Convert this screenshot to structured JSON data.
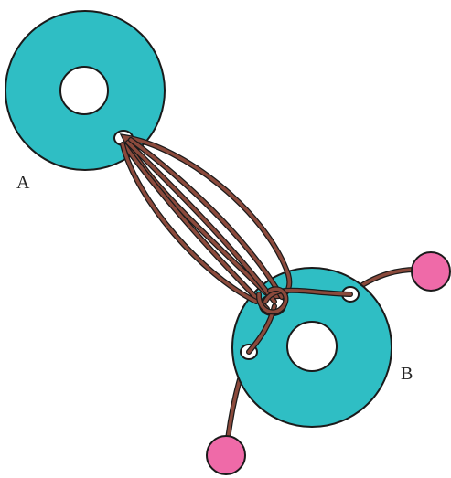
{
  "labels": {
    "a": "A",
    "b": "B"
  },
  "colors": {
    "disc": "#2fbec4",
    "outline": "#1a1a1a",
    "cord": "#8b4a3c",
    "bead": "#ef6aa8",
    "background": "#ffffff"
  },
  "parts": {
    "disc_a": "disc",
    "disc_b": "disc",
    "binding_cords": "cord",
    "beads": "bead"
  }
}
